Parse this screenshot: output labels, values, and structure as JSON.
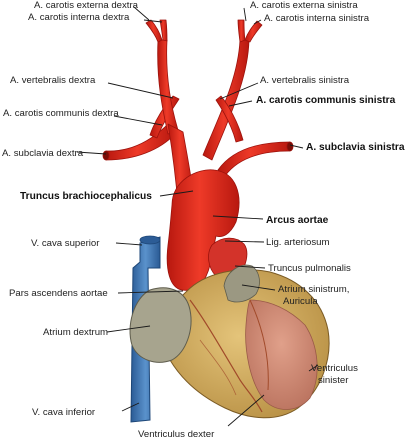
{
  "labels": {
    "carotis_externa_dextra": "A. carotis externa dextra",
    "carotis_interna_dextra": "A. carotis interna dextra",
    "carotis_externa_sinistra": "A. carotis externa sinistra",
    "carotis_interna_sinistra": "A. carotis interna sinistra",
    "vertebralis_dextra": "A. vertebralis dextra",
    "vertebralis_sinistra": "A. vertebralis sinistra",
    "carotis_communis_dextra": "A. carotis  communis dextra",
    "carotis_communis_sinistra": "A. carotis communis sinistra",
    "subclavia_dextra": "A. subclavia dextra",
    "subclavia_sinistra": "A. subclavia sinistra",
    "truncus_brachiocephalicus": "Truncus brachiocephalicus",
    "arcus_aortae": "Arcus aortae",
    "cava_superior": "V. cava superior",
    "lig_arteriosum": "Lig. arteriosum",
    "truncus_pulmonalis": "Truncus pulmonalis",
    "atrium_sinistrum": "Atrium sinistrum,",
    "auricula": "Auricula",
    "pars_ascendens": "Pars ascendens aortae",
    "atrium_dextrum": "Atrium dextrum",
    "ventriculus": "Ventriculus",
    "sinister": "sinister",
    "cava_inferior": "V. cava inferior",
    "ventriculus_dexter": "Ventriculus dexter"
  },
  "colors": {
    "artery": "#e02a1e",
    "artery_dark": "#a8140e",
    "vein": "#3b74b0",
    "ventricle": "#d4b063",
    "left_ventricle": "#cf8f78",
    "atrium": "#9d9a86"
  }
}
